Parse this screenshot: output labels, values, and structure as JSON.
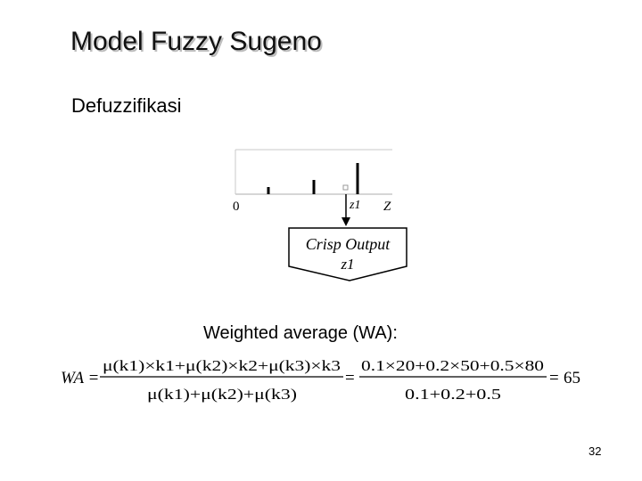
{
  "slide": {
    "title": "Model Fuzzy Sugeno",
    "subtitle": "Defuzzifikasi",
    "page_number": "32"
  },
  "diagram": {
    "axis_origin": "0",
    "axis_z1": "z1",
    "axis_z": "Z",
    "output_line1": "Crisp Output",
    "output_line2": "z1"
  },
  "weighted_average": {
    "label": "Weighted average (WA):",
    "lhs": "WA =",
    "numerator_symbolic": "μ(k1)×k1+μ(k2)×k2+μ(k3)×k3",
    "denominator_symbolic": "μ(k1)+μ(k2)+μ(k3)",
    "eq1": "=",
    "numerator_numeric": "0.1×20+0.2×50+0.5×80",
    "denominator_numeric": "0.1+0.2+0.5",
    "eq2": "=",
    "result": "65"
  }
}
